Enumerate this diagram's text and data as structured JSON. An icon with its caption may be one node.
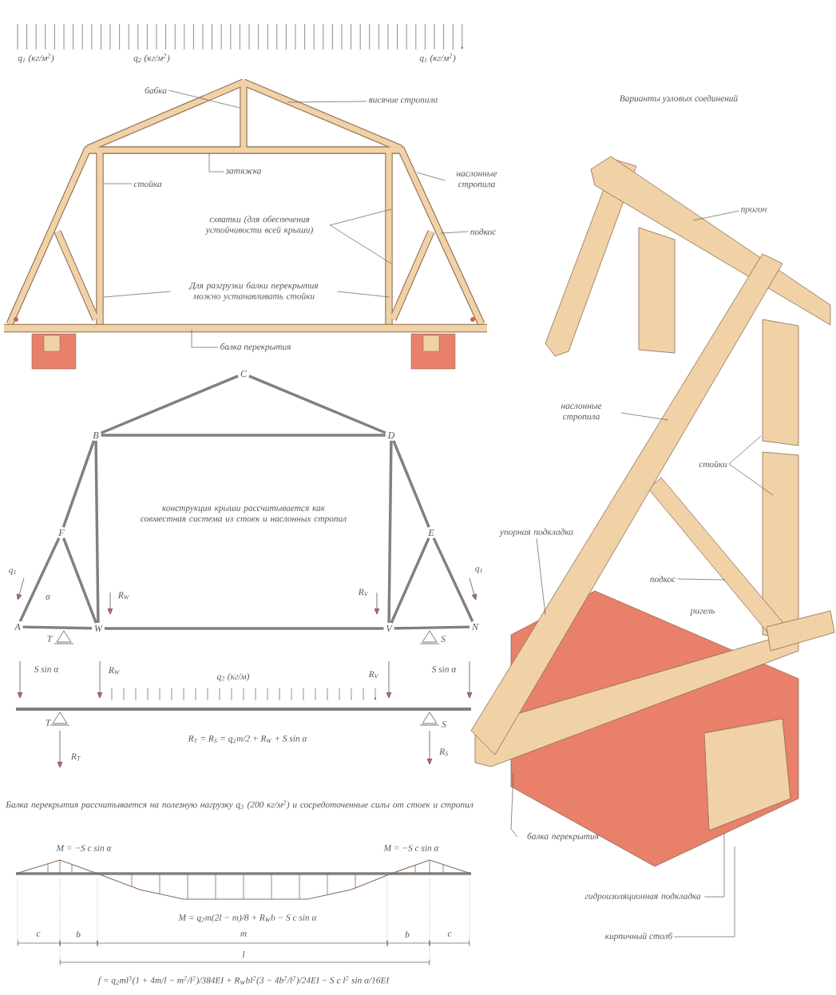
{
  "diagram": {
    "nodes": [
      {
        "text": [
          "бабка"
        ]
      },
      {
        "text": [
          "висячие стропила"
        ]
      },
      {
        "text": [
          "затяжка"
        ]
      },
      {
        "text": [
          "стойка"
        ]
      },
      {
        "text": [
          "наслонные стропила"
        ]
      },
      {
        "text": [
          "схватки (для обеспечения устойчивости всей крыши)"
        ]
      },
      {
        "text": [
          "подкос"
        ]
      },
      {
        "text": [
          "Для разгрузки балки перекрытия можно устанавливать стойки"
        ]
      },
      {
        "text": [
          "балка перекрытия"
        ]
      },
      {
        "text": [
          "C"
        ]
      },
      {
        "text": [
          "B"
        ]
      },
      {
        "text": [
          "D"
        ]
      },
      {
        "text": [
          "F"
        ]
      },
      {
        "text": [
          "E"
        ]
      },
      {
        "text": [
          "A"
        ]
      },
      {
        "text": [
          "N"
        ]
      },
      {
        "text": [
          "W"
        ]
      },
      {
        "text": [
          "V"
        ]
      },
      {
        "text": [
          "прогон"
        ]
      },
      {
        "text": [
          "наслонные стропила"
        ]
      },
      {
        "text": [
          "стойки"
        ]
      },
      {
        "text": [
          "упорная подкладка"
        ]
      },
      {
        "text": [
          "подкос"
        ]
      },
      {
        "text": [
          "балка перекрытия"
        ]
      },
      {
        "text": [
          "гидроизоляционная подкладка"
        ]
      },
      {
        "text": [
          "кирпичный столб"
        ]
      }
    ],
    "edges": [
      {
        "from": 0,
        "to": null,
        "arrow": "none"
      },
      {
        "from": 1,
        "to": null,
        "arrow": "none"
      },
      {
        "from": 2,
        "to": null,
        "arrow": "none"
      },
      {
        "from": 3,
        "to": null,
        "arrow": "none"
      },
      {
        "from": 4,
        "to": null,
        "arrow": "none"
      },
      {
        "from": 5,
        "to": null,
        "arrow": "none"
      },
      {
        "from": 5,
        "to": null,
        "arrow": "none"
      },
      {
        "from": 6,
        "to": null,
        "arrow": "none"
      },
      {
        "from": 7,
        "to": null,
        "arrow": "none"
      },
      {
        "from": 7,
        "to": null,
        "arrow": "none"
      },
      {
        "from": 8,
        "to": null,
        "arrow": "none"
      },
      {
        "from": 9,
        "to": 10,
        "arrow": "none",
        "style": "thick"
      },
      {
        "from": 9,
        "to": 11,
        "arrow": "none",
        "style": "thick"
      },
      {
        "from": 10,
        "to": 11,
        "arrow": "none",
        "style": "thick"
      },
      {
        "from": 10,
        "to": 12,
        "arrow": "none",
        "style": "thick"
      },
      {
        "from": 12,
        "to": 14,
        "arrow": "none",
        "style": "thick"
      },
      {
        "from": 10,
        "to": 16,
        "arrow": "none",
        "style": "thick"
      },
      {
        "from": 12,
        "to": 16,
        "arrow": "none",
        "style": "thick"
      },
      {
        "from": 11,
        "to": 13,
        "arrow": "none",
        "style": "thick"
      },
      {
        "from": 13,
        "to": 15,
        "arrow": "none",
        "style": "thick"
      },
      {
        "from": 11,
        "to": 17,
        "arrow": "none",
        "style": "thick"
      },
      {
        "from": 13,
        "to": 17,
        "arrow": "none",
        "style": "thick"
      },
      {
        "from": 14,
        "to": 16,
        "arrow": "none",
        "style": "thick"
      },
      {
        "from": 16,
        "to": 17,
        "arrow": "none",
        "style": "thick"
      },
      {
        "from": 17,
        "to": 15,
        "arrow": "none",
        "style": "thick"
      },
      {
        "from": 18,
        "to": null,
        "arrow": "none"
      },
      {
        "from": 19,
        "to": null,
        "arrow": "none"
      },
      {
        "from": 20,
        "to": null,
        "arrow": "none"
      },
      {
        "from": 20,
        "to": null,
        "arrow": "none"
      },
      {
        "from": 21,
        "to": null,
        "arrow": "none"
      },
      {
        "from": 22,
        "to": null,
        "arrow": "none"
      },
      {
        "from": 23,
        "to": null,
        "arrow": "none"
      },
      {
        "from": 24,
        "to": null,
        "arrow": "none"
      },
      {
        "from": 25,
        "to": null,
        "arrow": "none"
      }
    ],
    "labels": [
      "q$_{1}$ (кг/м$^{2}$)",
      "q$_{2}$ (кг/м$^{2}$)",
      "q$_{1}$ (кг/м$^{2}$)",
      "Варианты узловых соединений",
      "q$_{1}$",
      "α",
      "R$_{W}$",
      "конструкция крыши рассчитывается как совместная система из стоек и наслонных стропил",
      "q$_{1}$",
      "R$_{V}$",
      "T",
      "S",
      "S sin α",
      "R$_{W}$",
      "q$_{2}$ (кг/м)",
      "R$_{V}$",
      "S sin α",
      "T",
      "S",
      "R$_{T}$ = R$_{S}$ = q$_{2}$m/2 + R$_{W}$ + S sin α",
      "R$_{T}$",
      "R$_{S}$",
      "Балка перекрытия рассчитывается на полезную нагрузку q$_{3}$ (200 кг/м$^{2}$) и сосредоточенные силы от стоек и стропил",
      "M = −S c sin α",
      "M = −S c sin α",
      "M = q$_{2}$m(2l − m)/8 + R$_{W}$b − S c sin α",
      "c",
      "b",
      "m",
      "b",
      "c",
      "l",
      "f = q$_{2}$ml$^{3}$(1 + 4m/l − m$^{2}$/l$^{2}$)/384EI + R$_{W}$bl$^{2}$(3 − 4b$^{2}$/l$^{2}$)/24EI − S c l$^{2}$ sin α/16EI",
      "ригель"
    ]
  }
}
